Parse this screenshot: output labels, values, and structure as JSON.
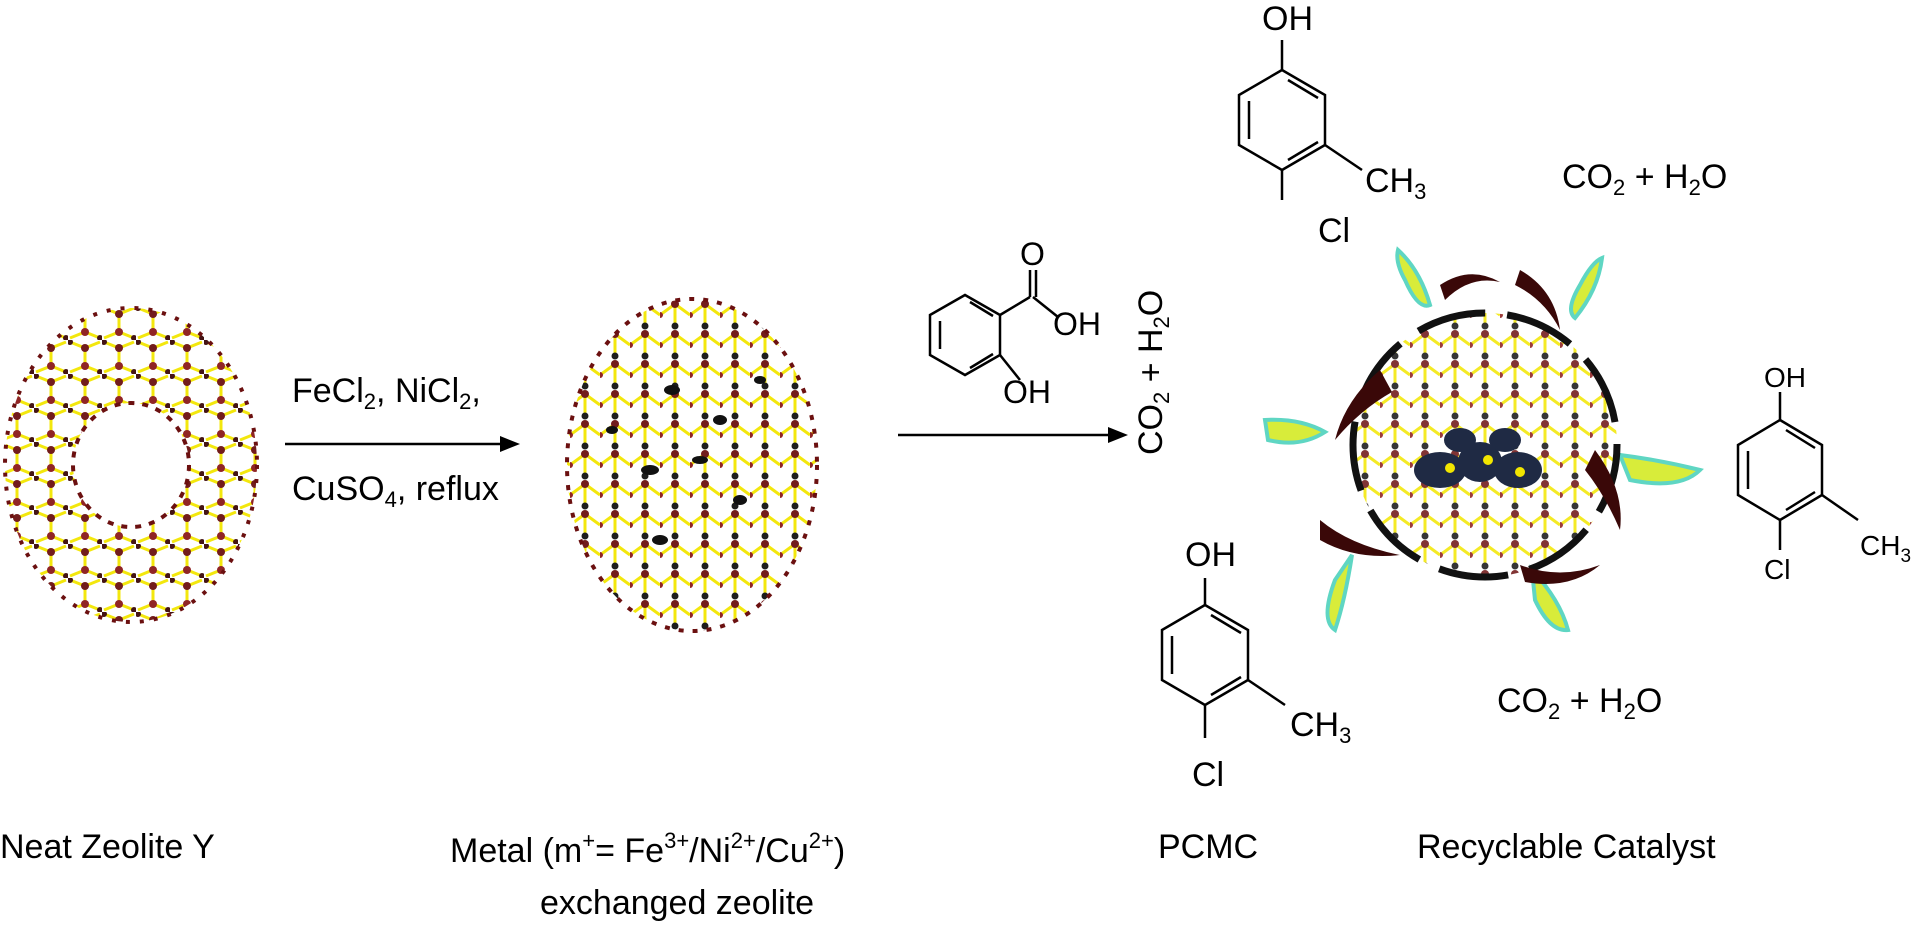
{
  "reagents": {
    "line1_a": "FeCl",
    "line1_a_sub": "2",
    "line1_b": ", NiCl",
    "line1_b_sub": "2",
    "line1_c": ",",
    "line2_a": "CuSO",
    "line2_a_sub": "4",
    "line2_b": ", reflux"
  },
  "labels": {
    "neat_zeolite": "Neat Zeolite Y",
    "metal_a": "Metal (m",
    "metal_sup1": "+",
    "metal_b": "= Fe",
    "metal_sup2": "3+",
    "metal_c": "/Ni",
    "metal_sup3": "2+",
    "metal_d": "/Cu",
    "metal_sup4": "2+",
    "metal_e": ")",
    "exchanged": "exchanged zeolite",
    "pcmc": "PCMC",
    "recyclable": "Recyclable Catalyst"
  },
  "products": {
    "co2": "CO",
    "co2_sub": "2",
    "plus_h2o": " + H",
    "h2o_sub": "2",
    "o": "O"
  },
  "atoms": {
    "oh": "OH",
    "o": "O",
    "ch3": "CH",
    "ch3_sub": "3",
    "cl": "Cl"
  },
  "colors": {
    "zeolite_dark": "#6b1010",
    "zeolite_yellow": "#f2e600",
    "halo_green": "#d8ec3a",
    "halo_teal": "#5fd6c3"
  }
}
